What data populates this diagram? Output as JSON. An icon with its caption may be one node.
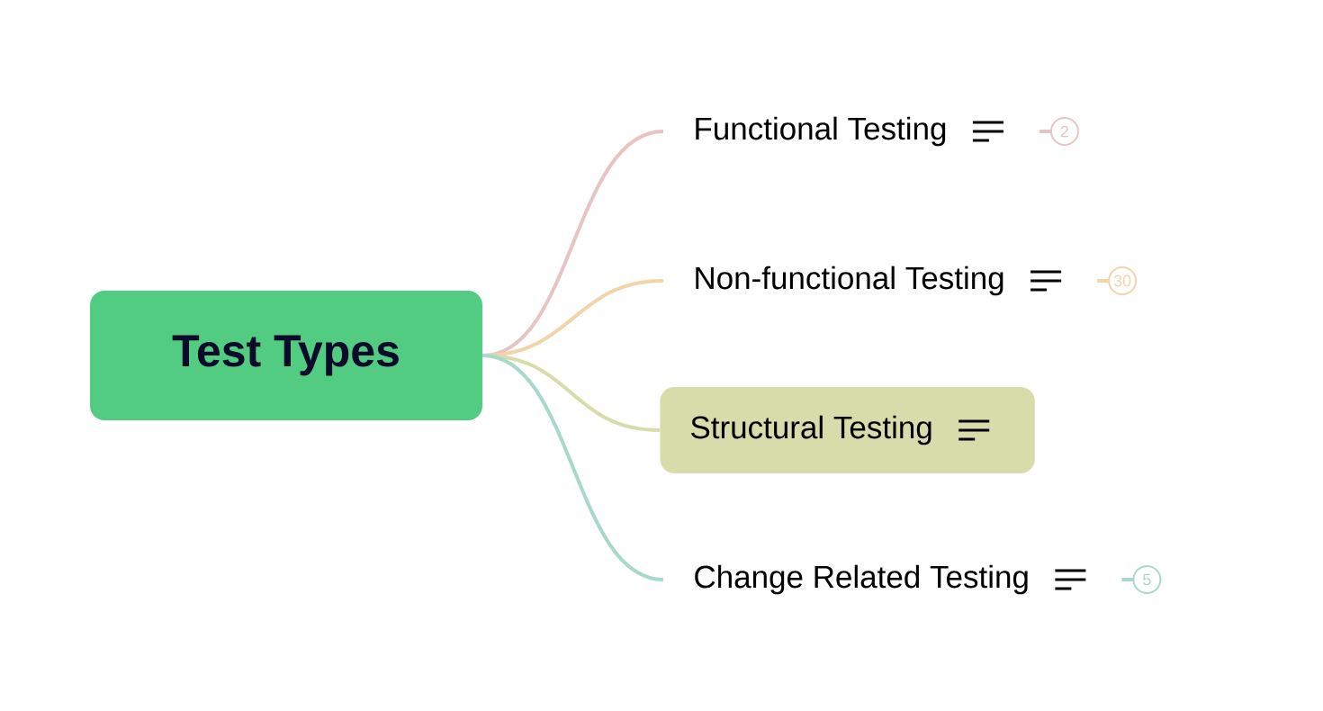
{
  "diagram": {
    "nodes": [
      {
        "text": [
          "Test Types"
        ]
      },
      {
        "text": [
          "Functional Testing"
        ]
      },
      {
        "text": [
          "Non-functional Testing"
        ]
      },
      {
        "text": [
          "Structural Testing"
        ]
      },
      {
        "text": [
          "Change Related Testing"
        ]
      }
    ],
    "labels": [
      "2",
      "30",
      "5"
    ],
    "edges": [
      {
        "from": 0,
        "to": 1,
        "arrow": "none",
        "color": "#e8c3c3"
      },
      {
        "from": 0,
        "to": 2,
        "arrow": "none",
        "color": "#f3d3a8"
      },
      {
        "from": 0,
        "to": 3,
        "arrow": "none",
        "color": "#d7dcaa"
      },
      {
        "from": 0,
        "to": 4,
        "arrow": "none",
        "color": "#a8d8cb"
      }
    ]
  }
}
